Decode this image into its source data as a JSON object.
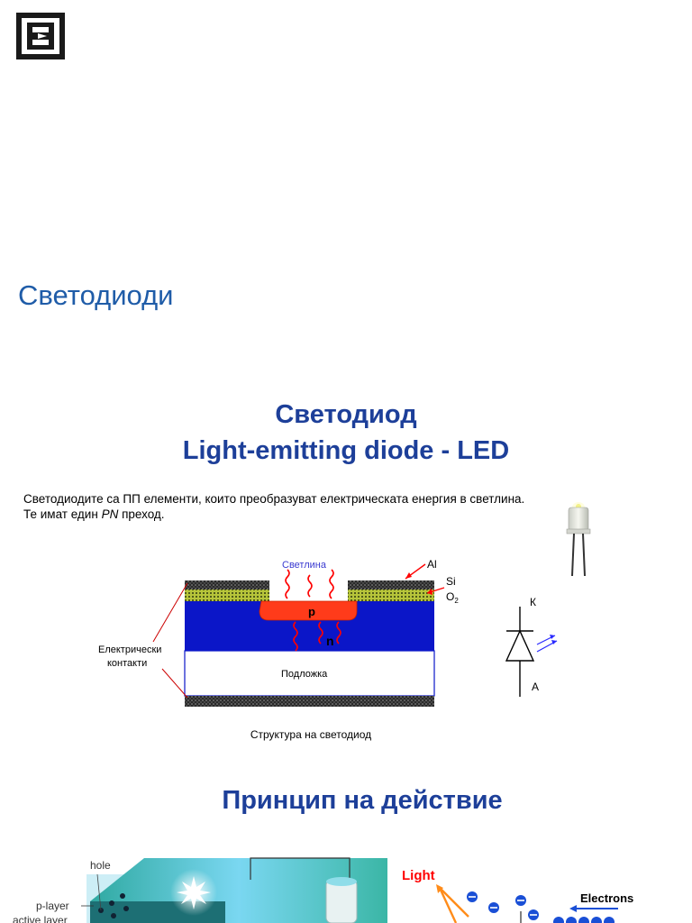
{
  "logo_letter": "E",
  "document": {
    "title": "Светодиоди"
  },
  "slide": {
    "heading_line1": "Светодиод",
    "heading_line2": "Light-emitting diode - LED",
    "intro_part1": "Светодиодите са ПП елементи, които преобразуват електрическата енергия в светлина. Те имат един ",
    "intro_pn": "PN",
    "intro_part2": " преход.",
    "diagram": {
      "light_label": "Светлина",
      "al_label": "Al",
      "si_label": "Si",
      "o2_label": "O",
      "o2_sub": "2",
      "p_label": "p",
      "n_label": "n",
      "contacts_label_1": "Електрически",
      "contacts_label_2": "контакти",
      "substrate_label": "Подложка"
    },
    "symbol": {
      "cathode_label": "К",
      "anode_label": "А"
    },
    "caption": "Структура на светодиод",
    "heading_principle": "Принцип на действие"
  },
  "bottom_left": {
    "hole_label": "hole",
    "p_layer_label": "p-layer",
    "active_layer_label": "active layer"
  },
  "bottom_right": {
    "light_label": "Light",
    "electrons_label": "Electrons"
  },
  "colors": {
    "title_blue": "#1f5ca8",
    "heading_blue": "#1d3f99",
    "n_region": "#0b16c8",
    "p_region": "#ff3b1a",
    "light_red": "#ff0000",
    "electron_blue": "#1a4fd6"
  }
}
